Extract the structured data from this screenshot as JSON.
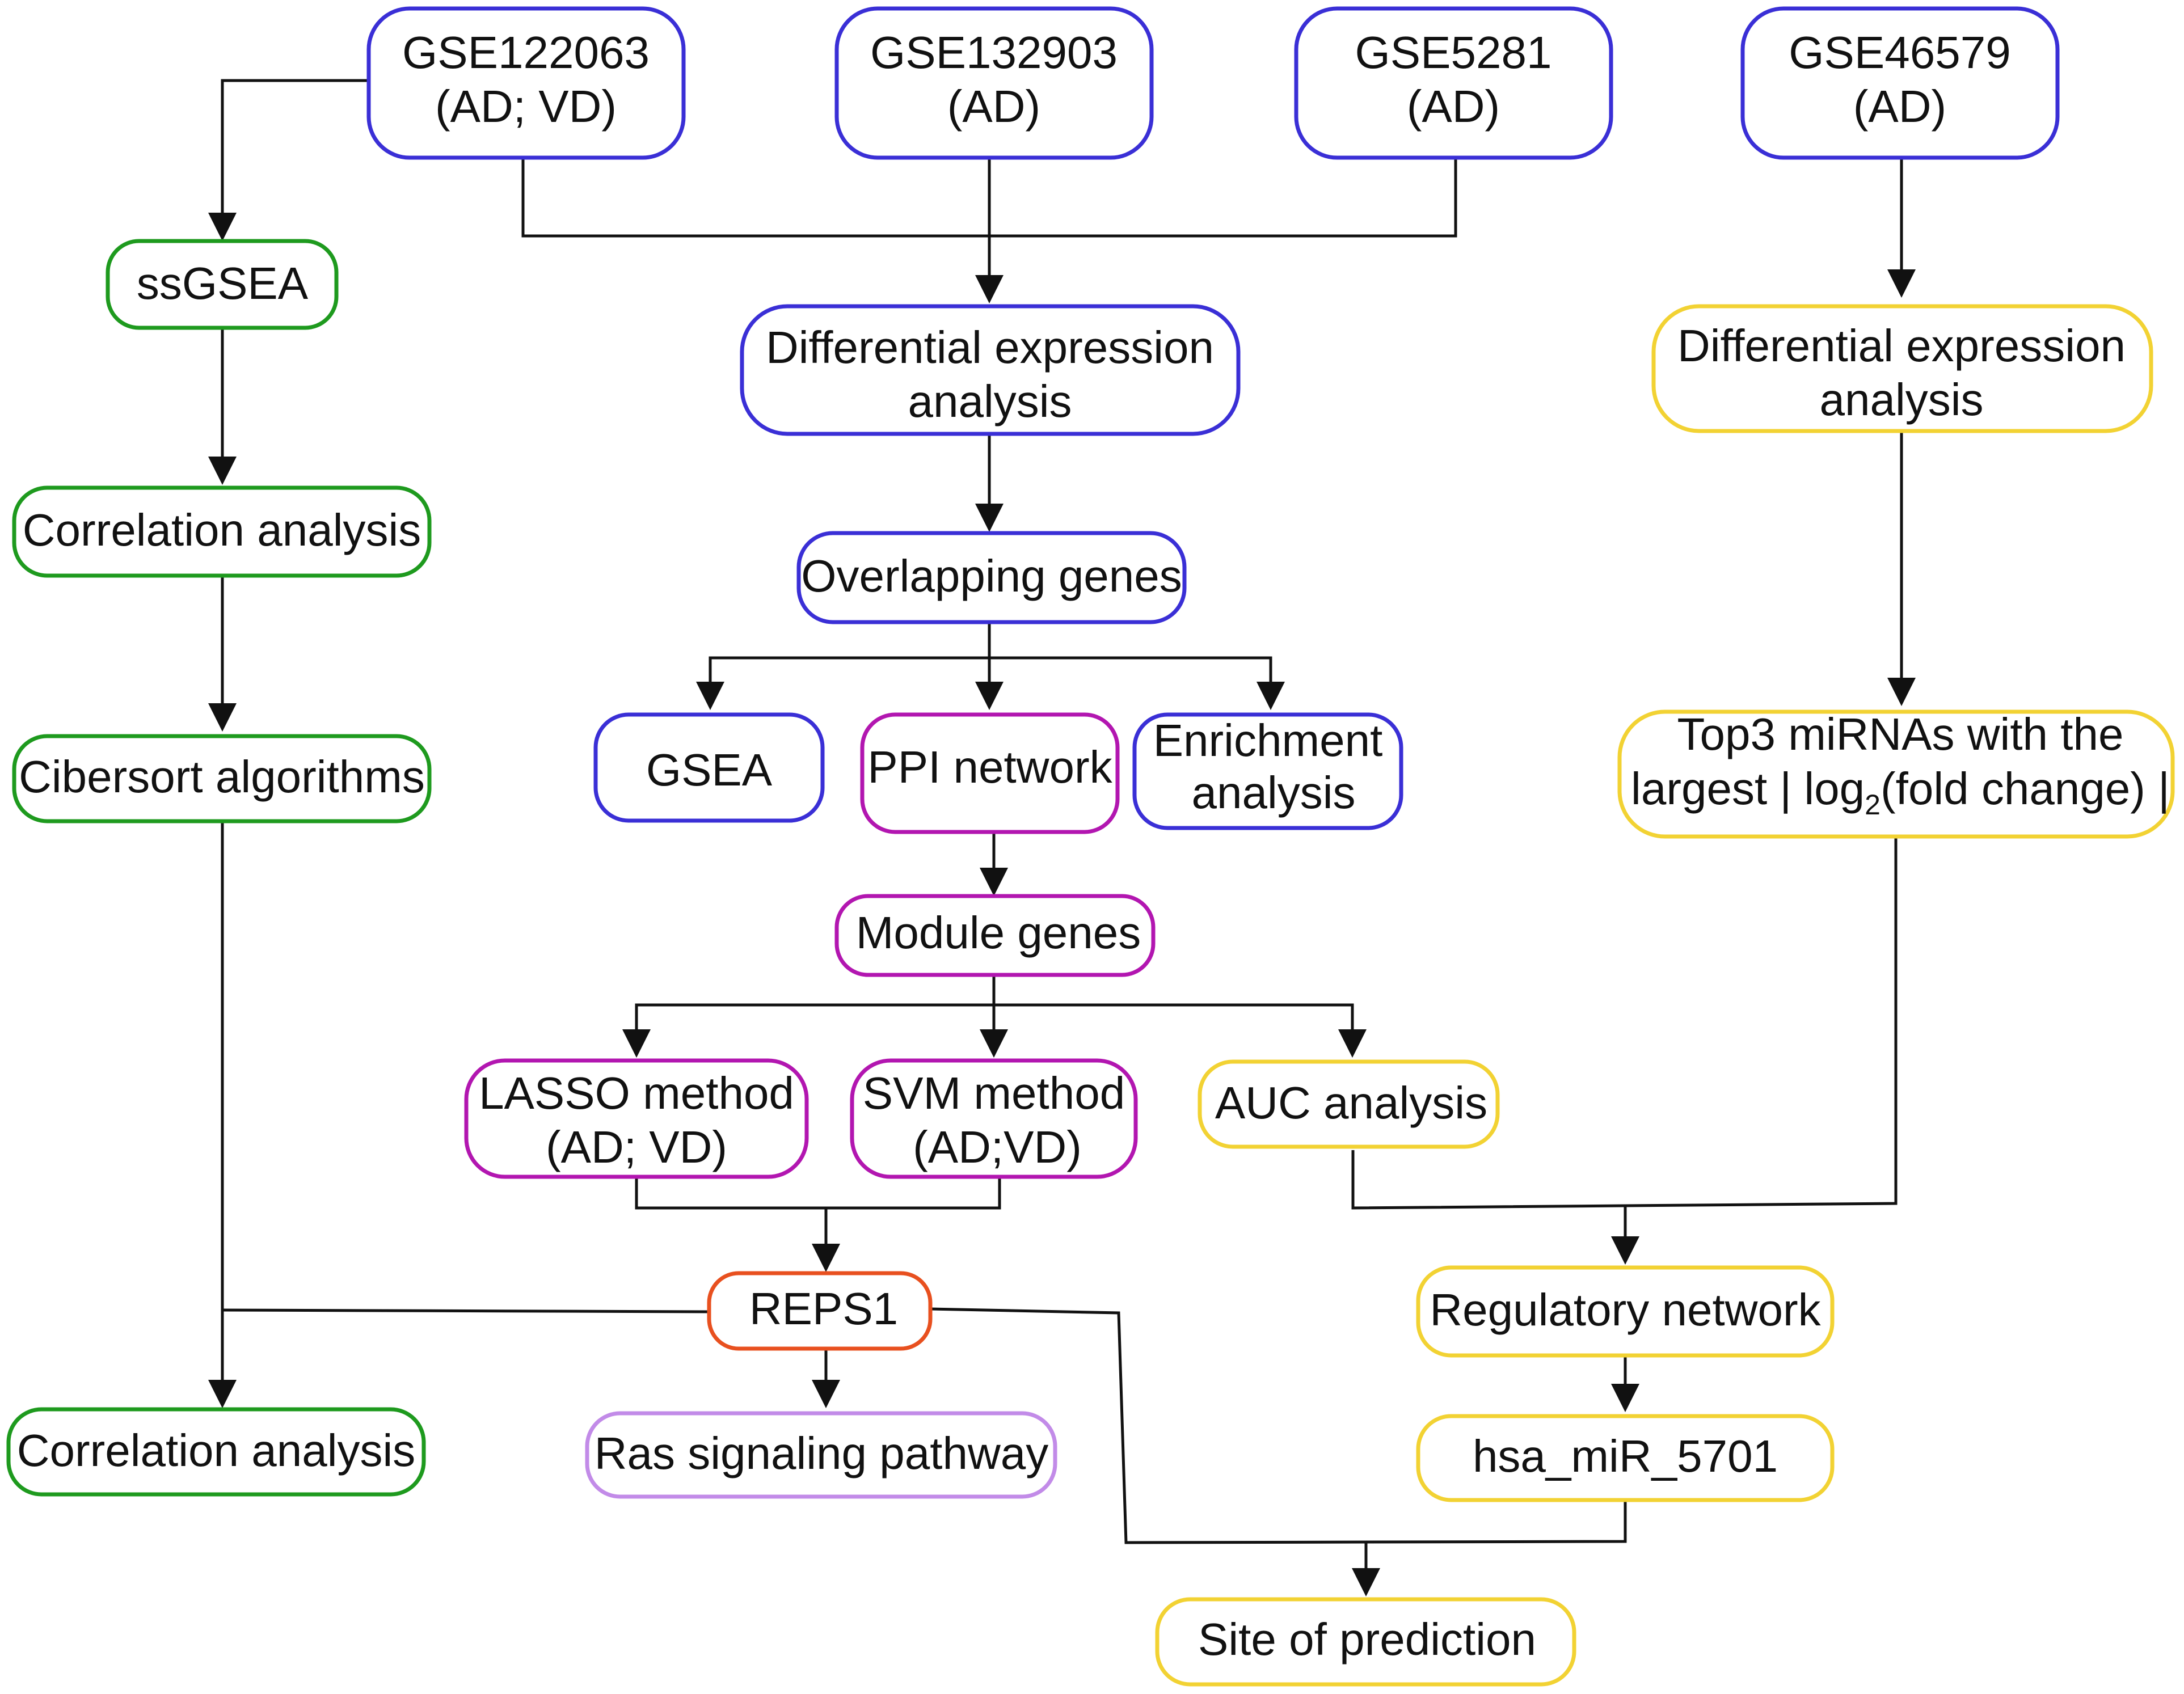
{
  "colors": {
    "blue": "#3a2fd6",
    "green": "#1e9a1e",
    "magenta": "#b216b0",
    "yellow": "#f2d233",
    "orange": "#e8501f",
    "lavender": "#c28be8",
    "line": "#111111"
  },
  "nodes": {
    "gse122063": {
      "l1": "GSE122063",
      "l2": "(AD; VD)"
    },
    "gse132903": {
      "l1": "GSE132903",
      "l2": "(AD)"
    },
    "gse5281": {
      "l1": "GSE5281",
      "l2": "(AD)"
    },
    "gse46579": {
      "l1": "GSE46579",
      "l2": "(AD)"
    },
    "ssgsea": {
      "l1": "ssGSEA"
    },
    "correlation1": {
      "l1": "Correlation analysis"
    },
    "cibersort": {
      "l1": "Cibersort algorithms"
    },
    "correlation2": {
      "l1": "Correlation analysis"
    },
    "diff_expr_mid": {
      "l1": "Differential expression",
      "l2": "analysis"
    },
    "overlapping": {
      "l1": "Overlapping genes"
    },
    "gsea": {
      "l1": "GSEA"
    },
    "ppi": {
      "l1": "PPI network"
    },
    "enrichment": {
      "l1": "Enrichment",
      "l2": "analysis"
    },
    "module": {
      "l1": "Module genes"
    },
    "lasso": {
      "l1": "LASSO method",
      "l2": "(AD; VD)"
    },
    "svm": {
      "l1": "SVM method",
      "l2": "(AD;VD)"
    },
    "auc": {
      "l1": "AUC analysis"
    },
    "reps1": {
      "l1": "REPS1"
    },
    "ras": {
      "l1": "Ras signaling pathway"
    },
    "diff_expr_right": {
      "l1": "Differential expression",
      "l2": "analysis"
    },
    "top3": {
      "l1": "Top3 miRNAs with the",
      "l2a": "largest | log",
      "l2sub": "2",
      "l2b": "(fold change) |"
    },
    "regulatory": {
      "l1": "Regulatory network"
    },
    "mir": {
      "l1": "hsa_miR_5701"
    },
    "site": {
      "l1": "Site of prediction"
    }
  }
}
